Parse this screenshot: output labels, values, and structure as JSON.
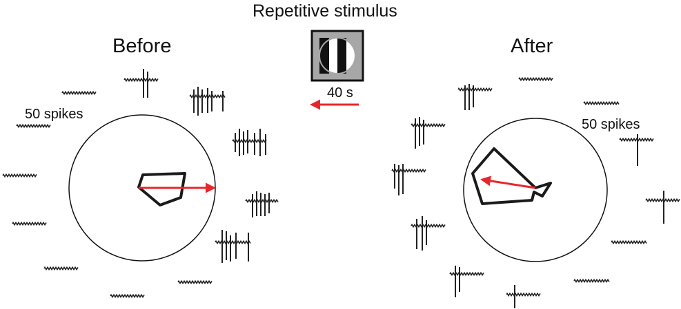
{
  "title": "Repetitive stimulus",
  "panels": {
    "before": {
      "label": "Before",
      "scale": "50 spikes"
    },
    "after": {
      "label": "After",
      "scale": "50 spikes"
    }
  },
  "stimulus": {
    "duration": "40 s",
    "icon": "drifting-grating-icon"
  },
  "colors": {
    "arrow": "#e8262a",
    "trace": "#222222",
    "stimulus_frame": "#a7a7a7"
  }
}
